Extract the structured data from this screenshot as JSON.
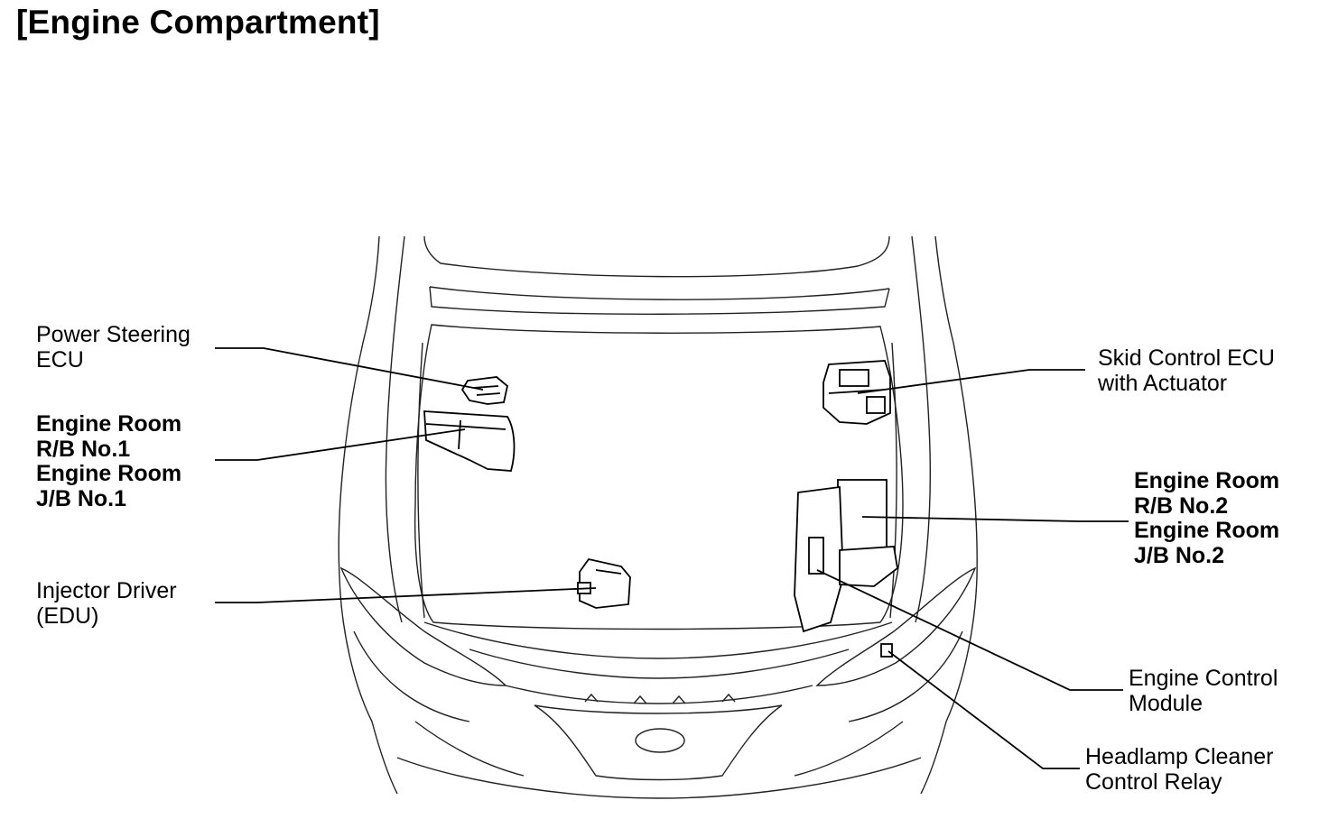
{
  "title": "[Engine Compartment]",
  "labels": {
    "power_steering": {
      "line1": "Power Steering",
      "line2": "ECU"
    },
    "engine_room_1": {
      "line1": "Engine Room",
      "line2": "R/B No.1",
      "line3": "Engine Room",
      "line4": "J/B No.1"
    },
    "injector_driver": {
      "line1": "Injector Driver",
      "line2": "(EDU)"
    },
    "skid_control": {
      "line1": "Skid Control ECU",
      "line2": "with Actuator"
    },
    "engine_room_2": {
      "line1": "Engine Room",
      "line2": "R/B No.2",
      "line3": "Engine Room",
      "line4": "J/B No.2"
    },
    "engine_control": {
      "line1": "Engine Control",
      "line2": "Module"
    },
    "headlamp_cleaner": {
      "line1": "Headlamp Cleaner",
      "line2": "Control Relay"
    }
  }
}
